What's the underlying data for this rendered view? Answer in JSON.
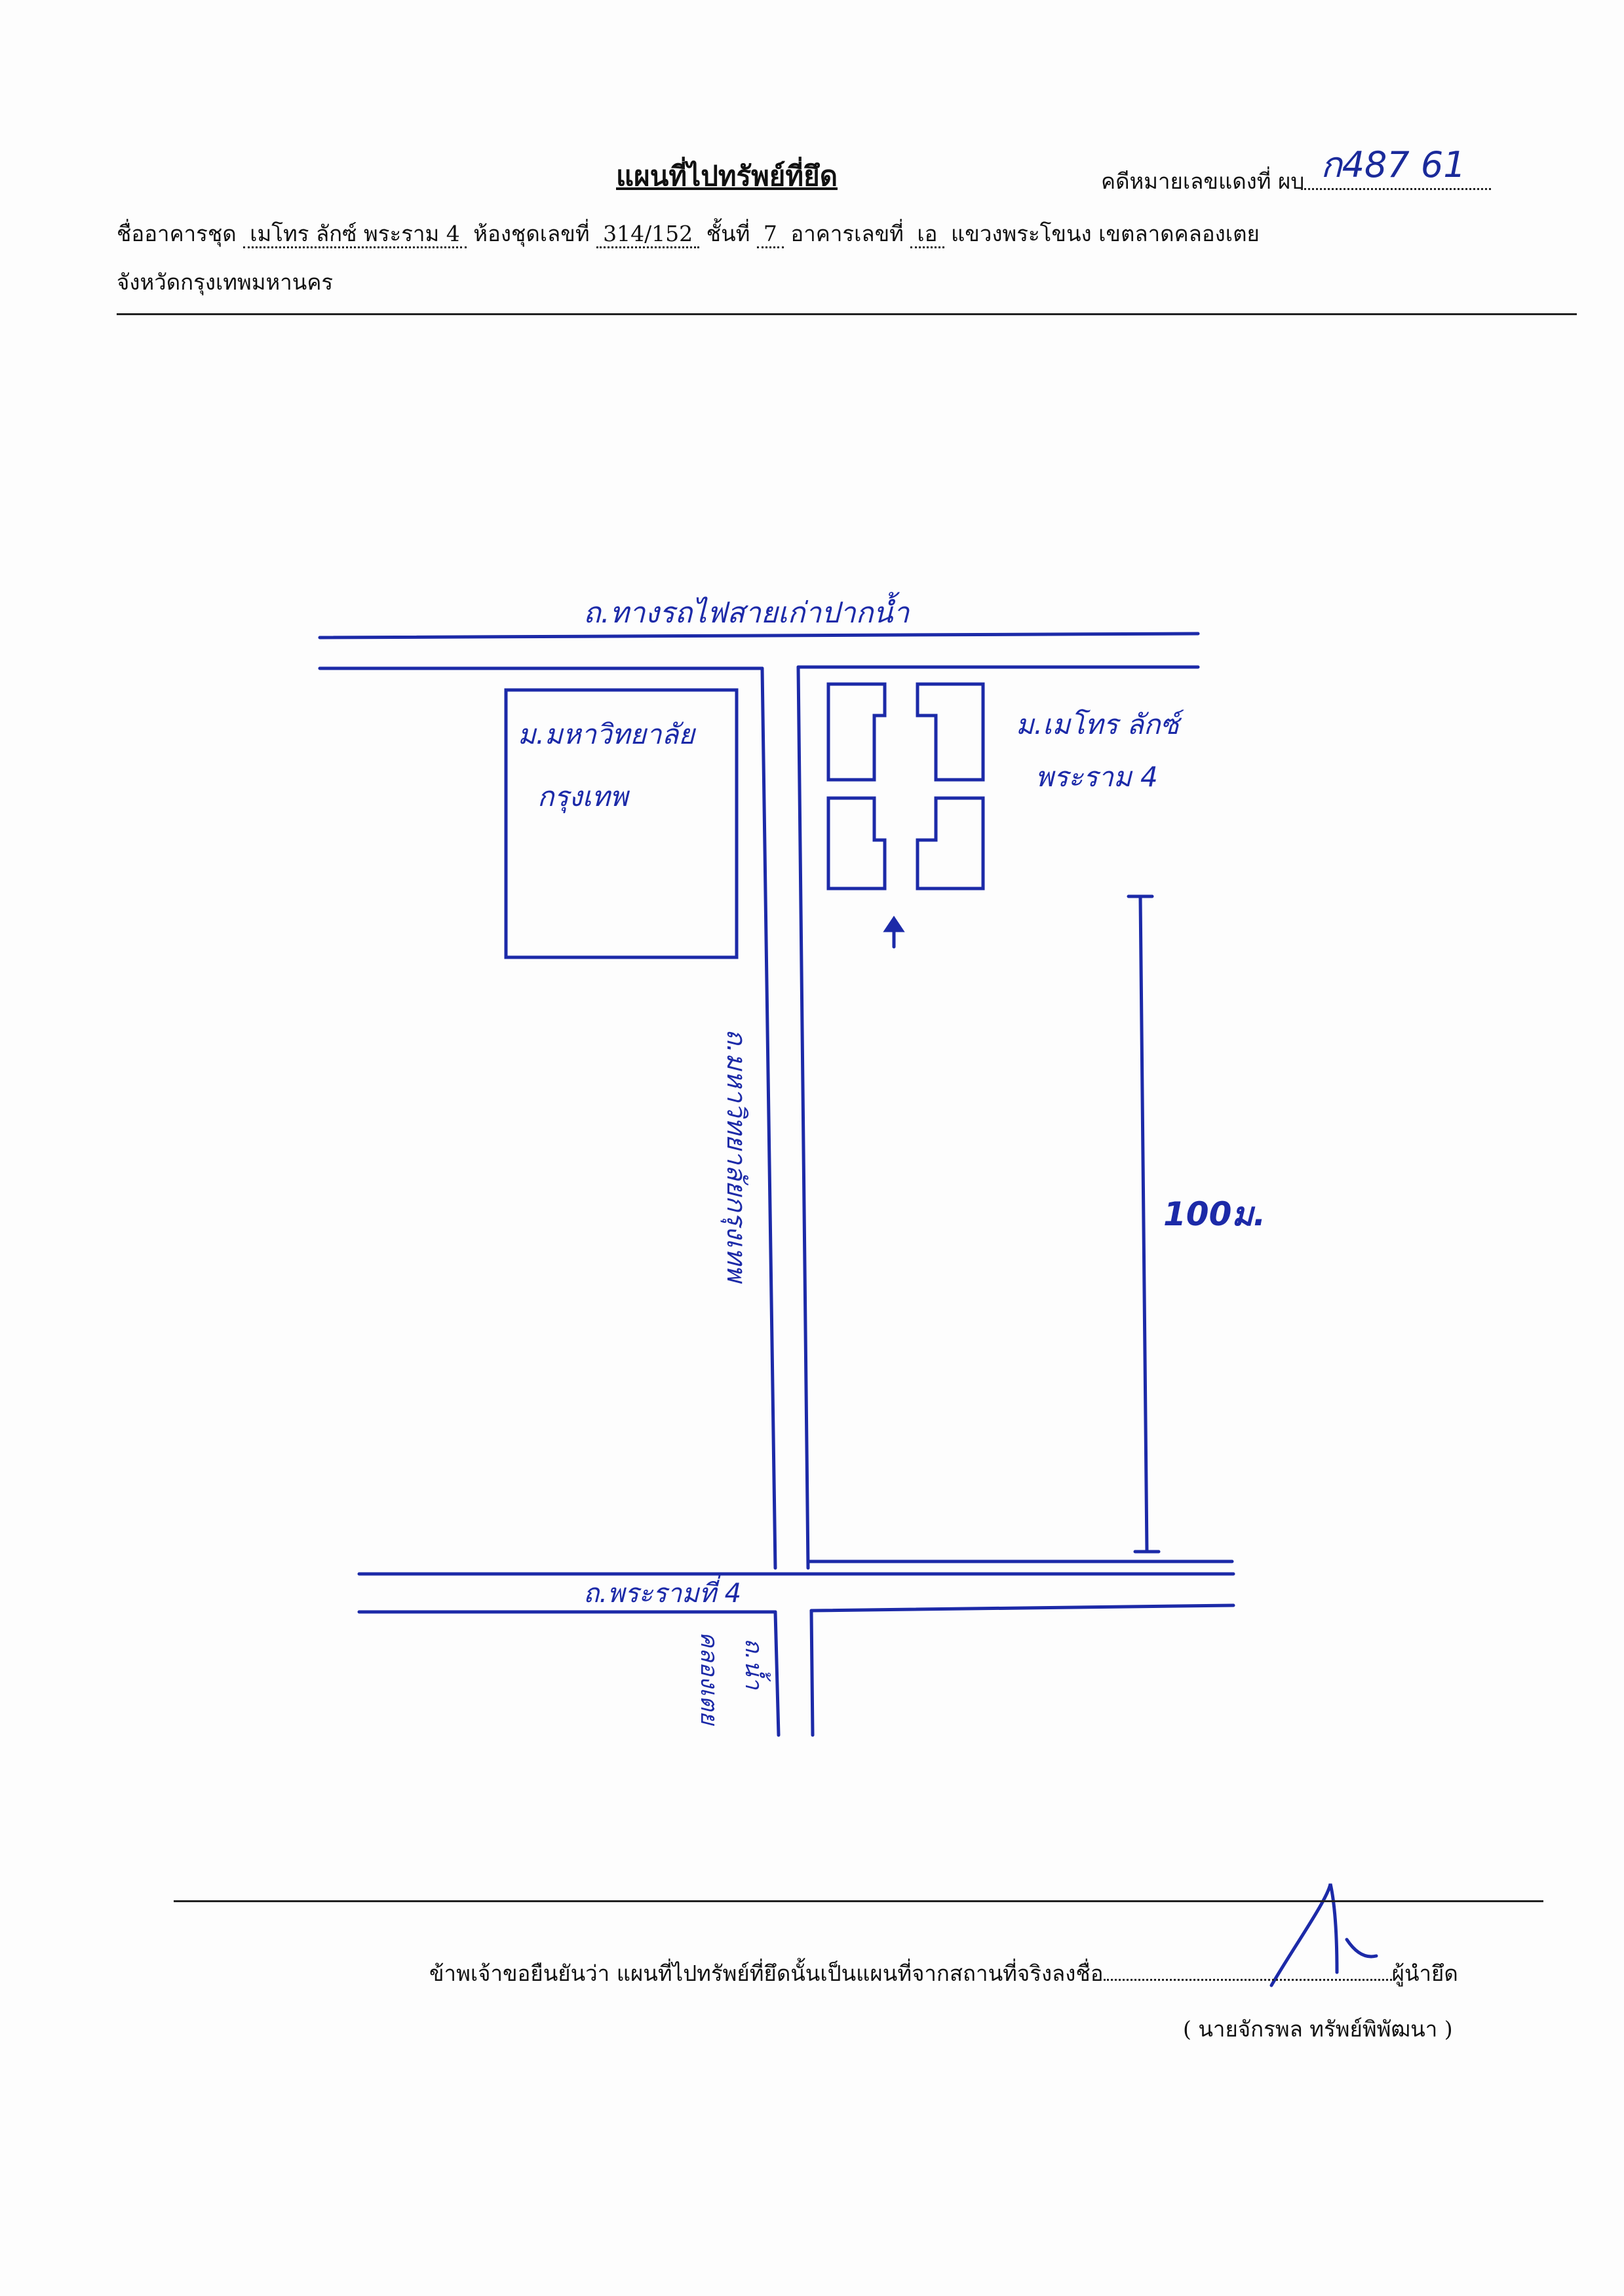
{
  "header": {
    "title": "แผนที่ไปทรัพย์ที่ยึด",
    "case_label": "คดีหมายเลขแดงที่ ผบ",
    "case_value": "ก487 61"
  },
  "details": {
    "building_label": "ชื่ออาคารชุด",
    "building_value": "เมโทร ลักซ์ พระราม 4",
    "unit_label": "ห้องชุดเลขที่",
    "unit_value": "314/152",
    "floor_label": "ชั้นที่",
    "floor_value": "7",
    "bldg_no_label": "อาคารเลขที่",
    "bldg_no_value": "เอ",
    "district_text": "แขวงพระโขนง เขตลาดคลองเตย",
    "province_text": "จังหวัดกรุงเทพมหานคร"
  },
  "map": {
    "top_road": "ถ.ทางรถไฟสายเก่าปากน้ำ",
    "university_line1": "ม.มหาวิทยาลัย",
    "university_line2": "กรุงเทพ",
    "condo_line1": "ม.เมโทร ลักซ์",
    "condo_line2": "พระราม 4",
    "vertical_road": "ถ.มหาวิทยาลัยกรุงเทพ",
    "distance": "100ม.",
    "bottom_road": "ถ.พระรามที่ 4",
    "lower_road": "ถ.น้ำ",
    "lower_road_2": "คลองเตย"
  },
  "footer": {
    "certify_text": "ข้าพเจ้าขอยืนยันว่า แผนที่ไปทรัพย์ที่ยึดนั้นเป็นแผนที่จากสถานที่จริงลงชื่อ",
    "role": "ผู้นำยึด",
    "signer": "( นายจักรพล ทรัพย์พิพัฒนา )"
  },
  "colors": {
    "ink": "#1c2aa8",
    "print": "#111111"
  }
}
